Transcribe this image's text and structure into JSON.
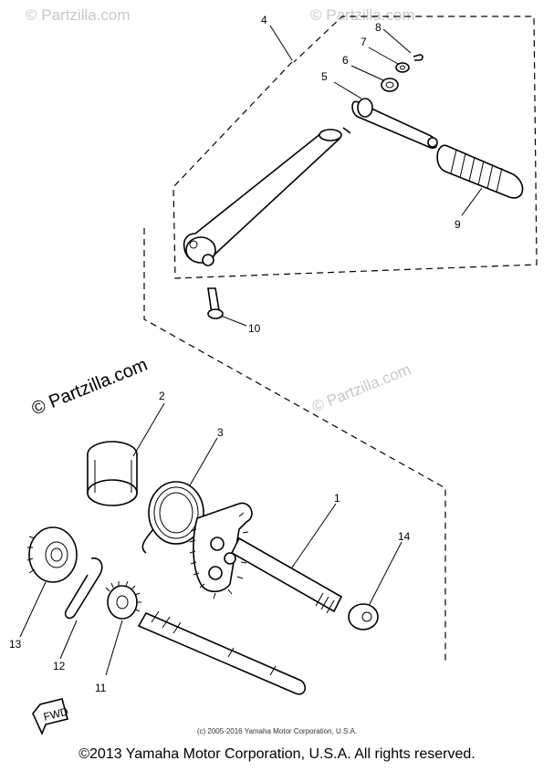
{
  "diagram": {
    "callouts": [
      "1",
      "2",
      "3",
      "4",
      "5",
      "6",
      "7",
      "8",
      "9",
      "10",
      "11",
      "12",
      "13",
      "14"
    ],
    "fwd_label": "FWD"
  },
  "watermarks": {
    "main": "© Partzilla.com",
    "faint": "© Partzilla.com"
  },
  "copyright_small": "(c) 2005-2016 Yamaha Motor Corporation, U.S.A.",
  "copyright_footer": "©2013 Yamaha Motor Corporation, U.S.A. All rights reserved."
}
